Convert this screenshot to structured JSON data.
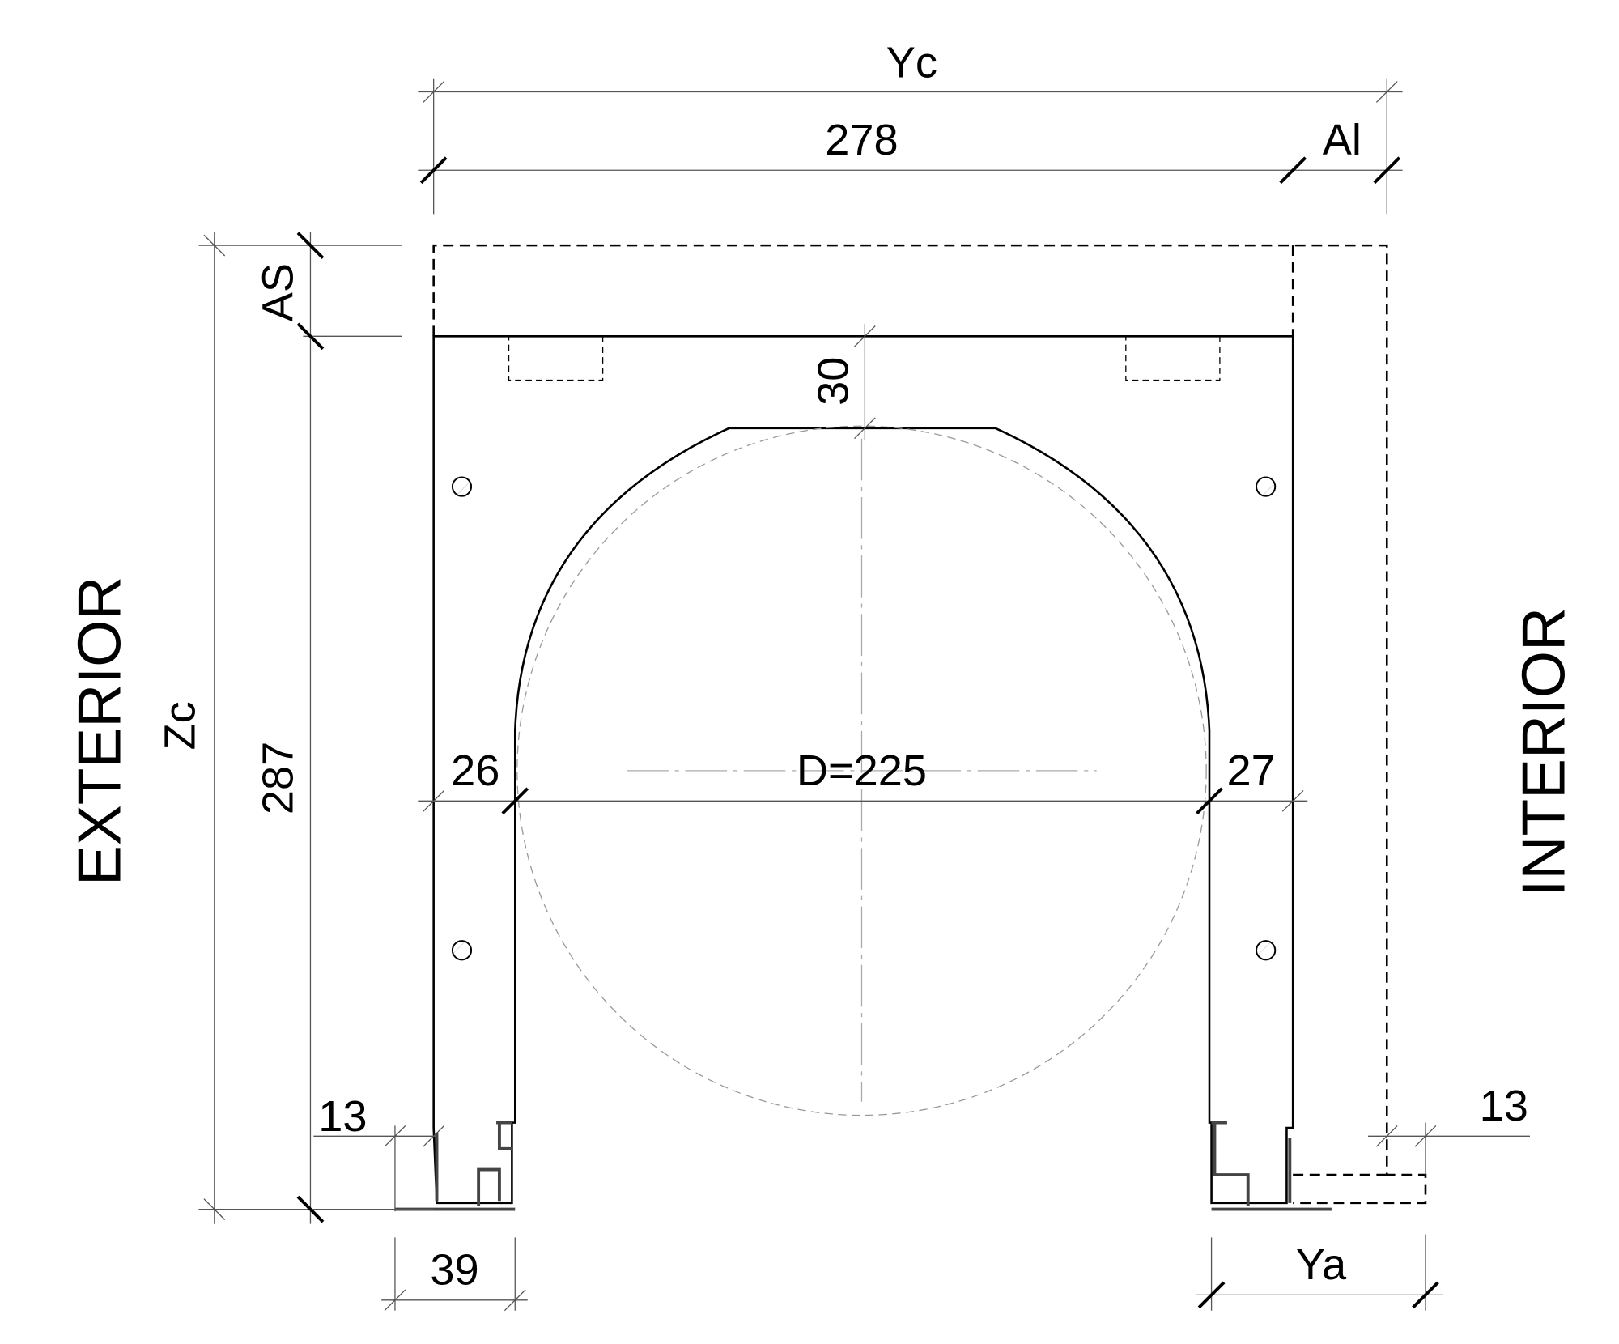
{
  "labels": {
    "yc": "Yc",
    "width_278": "278",
    "al": "Al",
    "as": "AS",
    "top_30": "30",
    "exterior": "EXTERIOR",
    "interior": "INTERIOR",
    "zc": "Zc",
    "height_287": "287",
    "left_26": "26",
    "diameter": "D=225",
    "right_27": "27",
    "left_13": "13",
    "right_13": "13",
    "bottom_39": "39",
    "ya": "Ya"
  },
  "colors": {
    "hatch": "#c8c8c8",
    "line": "#000000",
    "dim": "#555555"
  }
}
